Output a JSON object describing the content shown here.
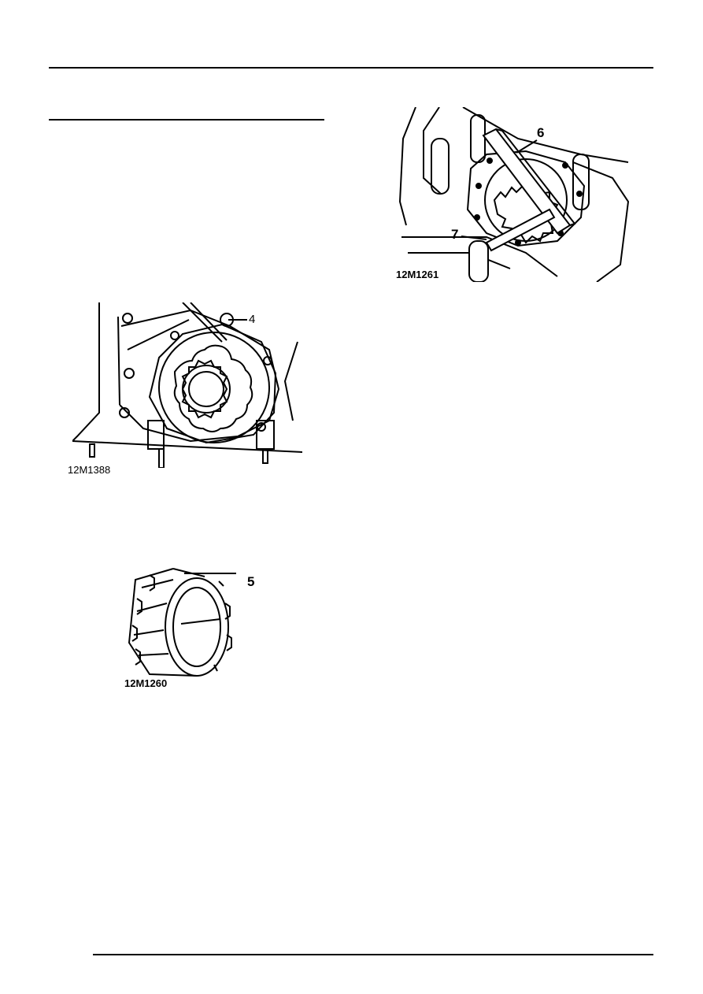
{
  "figures": [
    {
      "code": "12M1261",
      "callouts": [
        "6",
        "7"
      ]
    },
    {
      "code": "12M1388",
      "callouts": [
        "4"
      ]
    },
    {
      "code": "12M1260",
      "callouts": [
        "5"
      ]
    }
  ]
}
